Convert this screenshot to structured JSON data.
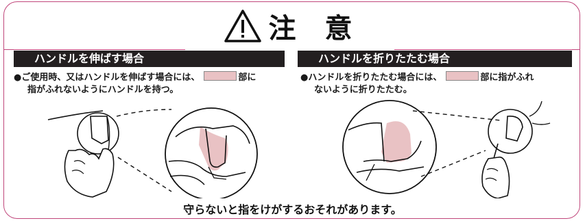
{
  "title": "注 意",
  "icon": "warning-triangle-icon",
  "accent_color": "#c0457a",
  "highlight_color": "#e9c2c4",
  "sections": [
    {
      "heading": "ハンドルを伸ばす場合",
      "instruction_lead": "●ご使用時、又はハンドルを伸ばす場合には、",
      "instruction_mid": "部に",
      "instruction_tail": "指がふれないようにハンドルを持つ。"
    },
    {
      "heading": "ハンドルを折りたたむ場合",
      "instruction_lead": "●ハンドルを折りたたむ場合には、",
      "instruction_mid": "部に指がふれ",
      "instruction_tail": "ないように折りたたむ。"
    }
  ],
  "footer": "守らないと指をけがするおそれがあります。"
}
